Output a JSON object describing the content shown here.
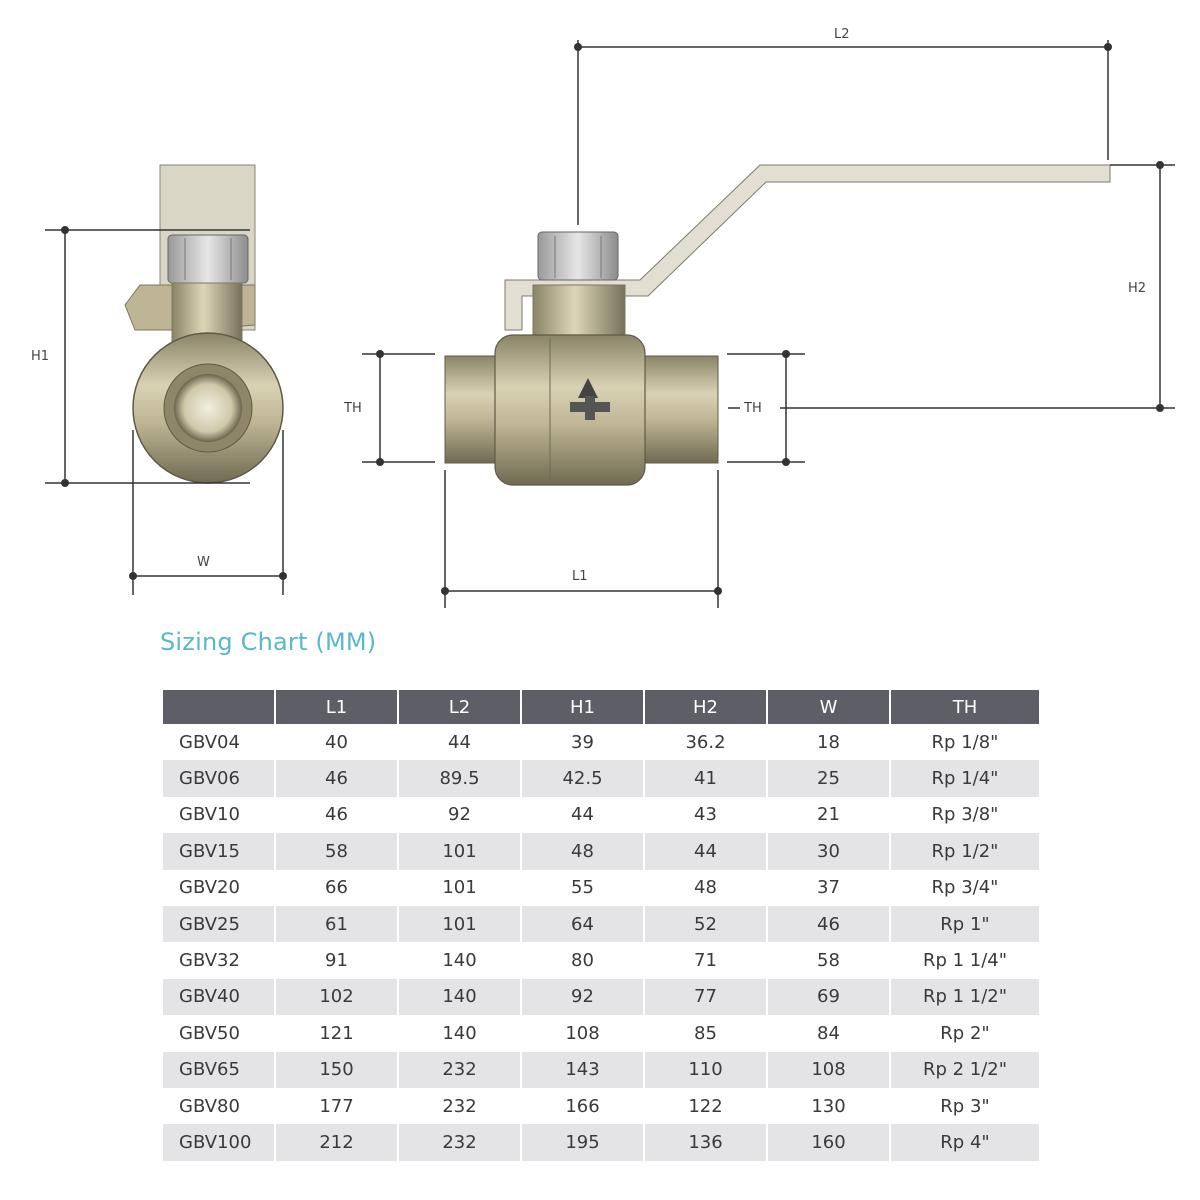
{
  "diagram": {
    "labels": {
      "h1": "H1",
      "w": "W",
      "th_left": "TH",
      "th_right": "TH",
      "l1": "L1",
      "l2": "L2",
      "h2": "H2"
    }
  },
  "chart_title": "Sizing Chart (MM)",
  "table": {
    "headers": [
      "",
      "L1",
      "L2",
      "H1",
      "H2",
      "W",
      "TH"
    ],
    "rows": [
      [
        "GBV04",
        "40",
        "44",
        "39",
        "36.2",
        "18",
        "Rp 1/8\""
      ],
      [
        "GBV06",
        "46",
        "89.5",
        "42.5",
        "41",
        "25",
        "Rp 1/4\""
      ],
      [
        "GBV10",
        "46",
        "92",
        "44",
        "43",
        "21",
        "Rp 3/8\""
      ],
      [
        "GBV15",
        "58",
        "101",
        "48",
        "44",
        "30",
        "Rp 1/2\""
      ],
      [
        "GBV20",
        "66",
        "101",
        "55",
        "48",
        "37",
        "Rp 3/4\""
      ],
      [
        "GBV25",
        "61",
        "101",
        "64",
        "52",
        "46",
        "Rp 1\""
      ],
      [
        "GBV32",
        "91",
        "140",
        "80",
        "71",
        "58",
        "Rp 1 1/4\""
      ],
      [
        "GBV40",
        "102",
        "140",
        "92",
        "77",
        "69",
        "Rp 1 1/2\""
      ],
      [
        "GBV50",
        "121",
        "140",
        "108",
        "85",
        "84",
        "Rp 2\""
      ],
      [
        "GBV65",
        "150",
        "232",
        "143",
        "110",
        "108",
        "Rp 2 1/2\""
      ],
      [
        "GBV80",
        "177",
        "232",
        "166",
        "122",
        "130",
        "Rp 3\""
      ],
      [
        "GBV100",
        "212",
        "232",
        "195",
        "136",
        "160",
        "Rp 4\""
      ]
    ]
  },
  "colors": {
    "title": "#59b8c9",
    "header_bg": "#5e5f66",
    "row_shade": "#e4e4e6",
    "brass": "#c8c0a0"
  }
}
